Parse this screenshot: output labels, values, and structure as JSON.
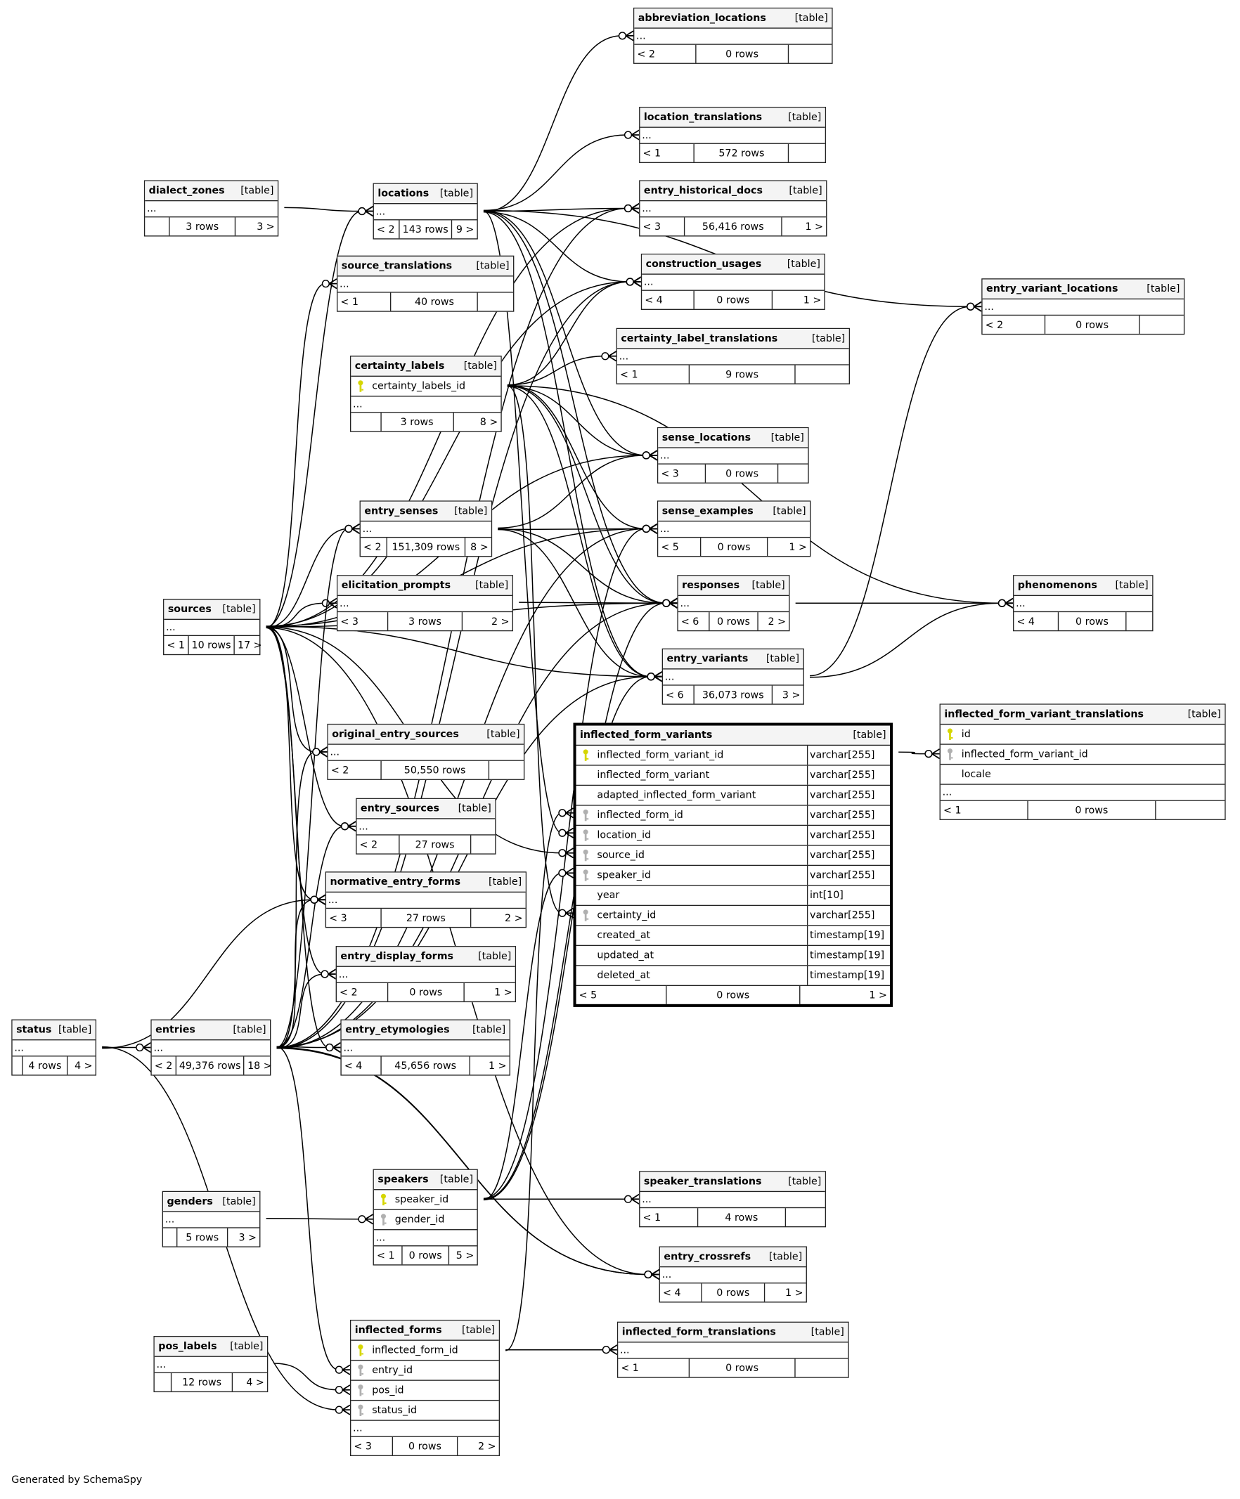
{
  "footer_text": "Generated by SchemaSpy",
  "colors": {
    "primary_key": "#d6d600",
    "foreign_key": "#b0b0b0",
    "header_bg": "#f4f4f4"
  },
  "tables": [
    {
      "id": "abbreviation_locations",
      "name": "abbreviation_locations",
      "tag": "[table]",
      "ellipsis": "...",
      "footer": [
        "< 2",
        "0 rows",
        ""
      ]
    },
    {
      "id": "location_translations",
      "name": "location_translations",
      "tag": "[table]",
      "ellipsis": "...",
      "footer": [
        "< 1",
        "572 rows",
        ""
      ]
    },
    {
      "id": "entry_historical_docs",
      "name": "entry_historical_docs",
      "tag": "[table]",
      "ellipsis": "...",
      "footer": [
        "< 3",
        "56,416 rows",
        "1 >"
      ]
    },
    {
      "id": "construction_usages",
      "name": "construction_usages",
      "tag": "[table]",
      "ellipsis": "...",
      "footer": [
        "< 4",
        "0 rows",
        "1 >"
      ]
    },
    {
      "id": "certainty_label_translations",
      "name": "certainty_label_translations",
      "tag": "[table]",
      "ellipsis": "...",
      "footer": [
        "< 1",
        "9 rows",
        ""
      ]
    },
    {
      "id": "entry_variant_locations",
      "name": "entry_variant_locations",
      "tag": "[table]",
      "ellipsis": "...",
      "footer": [
        "< 2",
        "0 rows",
        ""
      ]
    },
    {
      "id": "sense_locations",
      "name": "sense_locations",
      "tag": "[table]",
      "ellipsis": "...",
      "footer": [
        "< 3",
        "0 rows",
        ""
      ]
    },
    {
      "id": "sense_examples",
      "name": "sense_examples",
      "tag": "[table]",
      "ellipsis": "...",
      "footer": [
        "< 5",
        "0 rows",
        "1 >"
      ]
    },
    {
      "id": "responses",
      "name": "responses",
      "tag": "[table]",
      "ellipsis": "...",
      "footer": [
        "< 6",
        "0 rows",
        "2 >"
      ]
    },
    {
      "id": "phenomenons",
      "name": "phenomenons",
      "tag": "[table]",
      "ellipsis": "...",
      "footer": [
        "< 4",
        "0 rows",
        ""
      ]
    },
    {
      "id": "entry_variants",
      "name": "entry_variants",
      "tag": "[table]",
      "ellipsis": "...",
      "footer": [
        "< 6",
        "36,073 rows",
        "3 >"
      ]
    },
    {
      "id": "inflected_form_variants",
      "name": "inflected_form_variants",
      "tag": "[table]",
      "focus": true,
      "columns": [
        {
          "name": "inflected_form_variant_id",
          "type": "varchar[255]",
          "key": "pk"
        },
        {
          "name": "inflected_form_variant",
          "type": "varchar[255]",
          "key": ""
        },
        {
          "name": "adapted_inflected_form_variant",
          "type": "varchar[255]",
          "key": ""
        },
        {
          "name": "inflected_form_id",
          "type": "varchar[255]",
          "key": "fk"
        },
        {
          "name": "location_id",
          "type": "varchar[255]",
          "key": "fk"
        },
        {
          "name": "source_id",
          "type": "varchar[255]",
          "key": "fk"
        },
        {
          "name": "speaker_id",
          "type": "varchar[255]",
          "key": "fk"
        },
        {
          "name": "year",
          "type": "int[10]",
          "key": ""
        },
        {
          "name": "certainty_id",
          "type": "varchar[255]",
          "key": "fk"
        },
        {
          "name": "created_at",
          "type": "timestamp[19]",
          "key": ""
        },
        {
          "name": "updated_at",
          "type": "timestamp[19]",
          "key": ""
        },
        {
          "name": "deleted_at",
          "type": "timestamp[19]",
          "key": ""
        }
      ],
      "footer": [
        "< 5",
        "0 rows",
        "1 >"
      ]
    },
    {
      "id": "inflected_form_variant_translations",
      "name": "inflected_form_variant_translations",
      "tag": "[table]",
      "columns": [
        {
          "name": "id",
          "key": "pk"
        },
        {
          "name": "inflected_form_variant_id",
          "key": "fk"
        },
        {
          "name": "locale",
          "key": ""
        }
      ],
      "ellipsis": "...",
      "footer": [
        "< 1",
        "0 rows",
        ""
      ]
    },
    {
      "id": "dialect_zones",
      "name": "dialect_zones",
      "tag": "[table]",
      "ellipsis": "...",
      "footer": [
        "",
        "3 rows",
        "3 >"
      ]
    },
    {
      "id": "locations",
      "name": "locations",
      "tag": "[table]",
      "ellipsis": "...",
      "footer": [
        "< 2",
        "143 rows",
        "9 >"
      ]
    },
    {
      "id": "source_translations",
      "name": "source_translations",
      "tag": "[table]",
      "ellipsis": "...",
      "footer": [
        "< 1",
        "40 rows",
        ""
      ]
    },
    {
      "id": "certainty_labels",
      "name": "certainty_labels",
      "tag": "[table]",
      "columns": [
        {
          "name": "certainty_labels_id",
          "key": "pk"
        }
      ],
      "ellipsis": "...",
      "footer": [
        "",
        "3 rows",
        "8 >"
      ]
    },
    {
      "id": "entry_senses",
      "name": "entry_senses",
      "tag": "[table]",
      "ellipsis": "...",
      "footer": [
        "< 2",
        "151,309 rows",
        "8 >"
      ]
    },
    {
      "id": "elicitation_prompts",
      "name": "elicitation_prompts",
      "tag": "[table]",
      "ellipsis": "...",
      "footer": [
        "< 3",
        "3 rows",
        "2 >"
      ]
    },
    {
      "id": "sources",
      "name": "sources",
      "tag": "[table]",
      "ellipsis": "...",
      "footer": [
        "< 1",
        "10 rows",
        "17 >"
      ]
    },
    {
      "id": "original_entry_sources",
      "name": "original_entry_sources",
      "tag": "[table]",
      "ellipsis": "...",
      "footer": [
        "< 2",
        "50,550 rows",
        ""
      ]
    },
    {
      "id": "entry_sources",
      "name": "entry_sources",
      "tag": "[table]",
      "ellipsis": "...",
      "footer": [
        "< 2",
        "27 rows",
        ""
      ]
    },
    {
      "id": "normative_entry_forms",
      "name": "normative_entry_forms",
      "tag": "[table]",
      "ellipsis": "...",
      "footer": [
        "< 3",
        "27 rows",
        "2 >"
      ]
    },
    {
      "id": "entry_display_forms",
      "name": "entry_display_forms",
      "tag": "[table]",
      "ellipsis": "...",
      "footer": [
        "< 2",
        "0 rows",
        "1 >"
      ]
    },
    {
      "id": "entry_etymologies",
      "name": "entry_etymologies",
      "tag": "[table]",
      "ellipsis": "...",
      "footer": [
        "< 4",
        "45,656 rows",
        "1 >"
      ]
    },
    {
      "id": "status",
      "name": "status",
      "tag": "[table]",
      "ellipsis": "...",
      "footer": [
        "",
        "4 rows",
        "4 >"
      ]
    },
    {
      "id": "entries",
      "name": "entries",
      "tag": "[table]",
      "ellipsis": "...",
      "footer": [
        "< 2",
        "49,376 rows",
        "18 >"
      ]
    },
    {
      "id": "genders",
      "name": "genders",
      "tag": "[table]",
      "ellipsis": "...",
      "footer": [
        "",
        "5 rows",
        "3 >"
      ]
    },
    {
      "id": "speakers",
      "name": "speakers",
      "tag": "[table]",
      "columns": [
        {
          "name": "speaker_id",
          "key": "pk"
        },
        {
          "name": "gender_id",
          "key": "fk"
        }
      ],
      "ellipsis": "...",
      "footer": [
        "< 1",
        "0 rows",
        "5 >"
      ]
    },
    {
      "id": "speaker_translations",
      "name": "speaker_translations",
      "tag": "[table]",
      "ellipsis": "...",
      "footer": [
        "< 1",
        "4 rows",
        ""
      ]
    },
    {
      "id": "entry_crossrefs",
      "name": "entry_crossrefs",
      "tag": "[table]",
      "ellipsis": "...",
      "footer": [
        "< 4",
        "0 rows",
        "1 >"
      ]
    },
    {
      "id": "pos_labels",
      "name": "pos_labels",
      "tag": "[table]",
      "ellipsis": "...",
      "footer": [
        "",
        "12 rows",
        "4 >"
      ]
    },
    {
      "id": "inflected_forms",
      "name": "inflected_forms",
      "tag": "[table]",
      "columns": [
        {
          "name": "inflected_form_id",
          "key": "pk"
        },
        {
          "name": "entry_id",
          "key": "fk"
        },
        {
          "name": "pos_id",
          "key": "fk"
        },
        {
          "name": "status_id",
          "key": "fk"
        }
      ],
      "ellipsis": "...",
      "footer": [
        "< 3",
        "0 rows",
        "2 >"
      ]
    },
    {
      "id": "inflected_form_translations",
      "name": "inflected_form_translations",
      "tag": "[table]",
      "ellipsis": "...",
      "footer": [
        "< 1",
        "0 rows",
        ""
      ]
    }
  ]
}
